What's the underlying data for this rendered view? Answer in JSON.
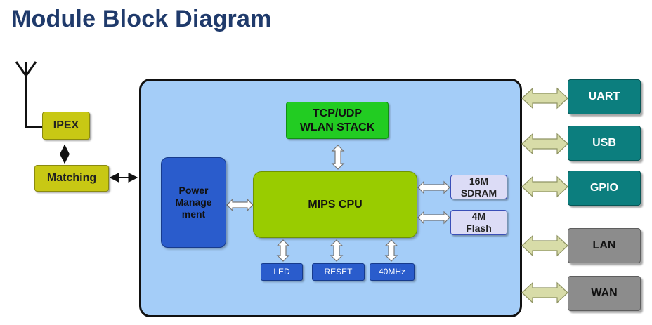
{
  "title": "Module Block Diagram",
  "external_left": {
    "ipex": "IPEX",
    "matching": "Matching",
    "antenna": "antenna-icon"
  },
  "module": {
    "stack": "TCP/UDP\nWLAN STACK",
    "cpu": "MIPS CPU",
    "power": "Power\nManage\nment",
    "sdram": "16M\nSDRAM",
    "flash": "4M\nFlash",
    "led": "LED",
    "reset": "RESET",
    "clock": "40MHz"
  },
  "interfaces": [
    "UART",
    "USB",
    "GPIO",
    "LAN",
    "WAN"
  ],
  "colors": {
    "title": "#1f3a6b",
    "module_fill": "#a4cdf8",
    "cpu": "#99cc00",
    "stack": "#22cc22",
    "power": "#2a5ccc",
    "external": "#c8c814",
    "interface_teal": "#0c7e7e",
    "interface_gray": "#8c8c8c",
    "bus_arrow": "#d8dca8"
  }
}
